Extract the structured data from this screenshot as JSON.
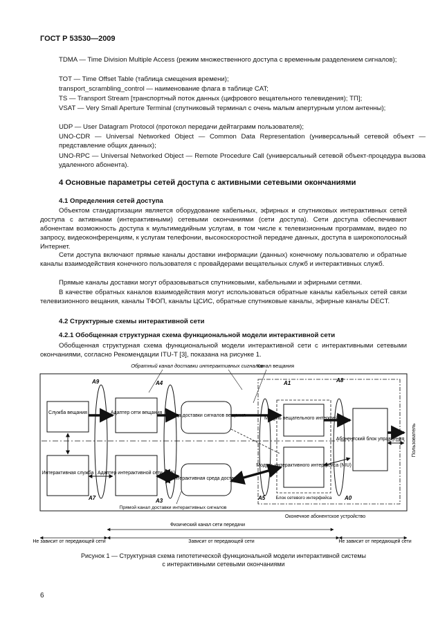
{
  "header": "ГОСТ Р 53530—2009",
  "abbreviations": [
    "TDMA — Time Division Multiple Access (режим множественного доступа с временным разделением сигналов);",
    "TOT — Time Offset Table (таблица смещения времени);",
    "transport_scrambling_control — наименование флага в таблице CAT;",
    "TS — Transport Stream [транспортный поток данных (цифрового вещательного телевидения); ТП];",
    "VSAT — Very Small Aperture Terminal (спутниковый терминал с очень малым апертурным углом антенны);",
    "UDP — User Datagram Protocol (протокол передачи дейтаграмм пользователя);",
    "UNO-CDR — Universal Networked Object — Common Data Representation (универсальный сетевой объект — представление общих данных);",
    "UNO-RPC — Universal Networked Object — Remote Procedure Call (универсальный сетевой объект-процедура вызова удаленного абонента)."
  ],
  "section4_title": "4 Основные параметры сетей доступа с активными сетевыми окончаниями",
  "section41_title": "4.1 Определения сетей доступа",
  "section41_paragraphs": [
    "Объектом стандартизации является оборудование кабельных, эфирных и спутниковых интерактивных сетей доступа с активными (интерактивными) сетевыми окончаниями (сети доступа). Сети доступа обеспечивают абонентам возможность доступа к мультимедийным услугам, в том числе к телевизионным программам, видео по запросу, видеоконференциям, к услугам телефонии, высокоскоростной передаче данных, доступа в широкополосный Интернет.",
    "Сети доступа включают прямые каналы доставки информации (данных) конечному пользователю и обратные каналы взаимодействия конечного пользователя с провайдерами вещательных служб и интерактивных служб.",
    "Прямые каналы доставки могут образовываться спутниковыми, кабельными и эфирными сетями.",
    "В качестве обратных каналов взаимодействия могут использоваться обратные каналы кабельных сетей связи телевизионного вещания, каналы ТФОП, каналы ЦСИС, обратные спутниковые каналы, эфирные каналы DECT."
  ],
  "section42_title": "4.2 Структурные схемы интерактивной сети",
  "section421_title": "4.2.1 Обобщенная структурная схема функциональной модели интерактивной сети",
  "section421_paragraph": "Обобщенная структурная схема функциональной модели интерактивной сети с интерактивными сетевыми окончаниями, согласно Рекомендации ITU-T [3], показана на рисунке 1.",
  "figure": {
    "top_label_return": "Обратный канал доставки интерактивных сигналов",
    "top_label_broadcast": "Канал вещания",
    "block_broadcast_service": "Служба вещания",
    "block_interactive_service": "Интерактивная служба",
    "block_adapter_broadcast": "Адаптер сети вещания",
    "block_ina": "Адаптер интерактивной сети (INA)",
    "block_delivery_media": "Среда доставки сигналов вещания",
    "block_interactive_media": "Интерактивная среда доставки",
    "block_broadcast_module": "Модуль вещательного интерфейса",
    "block_niu": "Модуль интерактивного интерфейса (NIU)",
    "block_network_interface": "Блок сетевого интерфейса",
    "block_subscriber_unit": "Абонентский блок управления",
    "label_user": "Пользователь",
    "label_terminal": "Оконечное абонентское устройство",
    "label_direct_channel": "Прямой канал доставки интерактивных сигналов",
    "label_physical_channel": "Физический канал сети передачи",
    "label_not_depend_left": "Не зависит от передающей сети",
    "label_depends": "Зависит от передающей сети",
    "label_not_depend_right": "Не зависит от передающей сети",
    "iface_A9": "A9",
    "iface_A4": "A4",
    "iface_A1": "A1",
    "iface_A8": "A8",
    "iface_A7": "A7",
    "iface_A3": "A3",
    "iface_A5": "A5",
    "iface_A0": "A0"
  },
  "caption_line1": "Рисунок 1 — Структурная схема гипотетической функциональной модели интерактивной системы",
  "caption_line2": "с интерактивными сетевыми окончаниями",
  "page_number": "6"
}
